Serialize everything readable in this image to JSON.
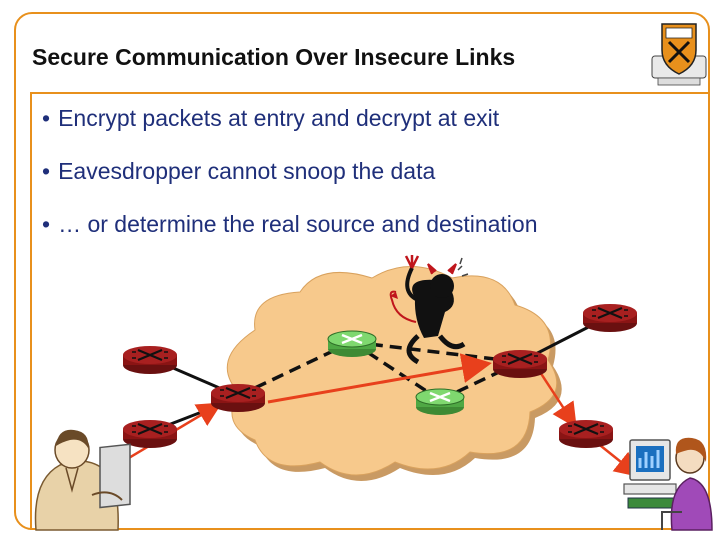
{
  "title": "Secure Communication Over Insecure Links",
  "bullets": [
    "Encrypt packets at entry and decrypt at exit",
    "Eavesdropper cannot snoop the data",
    "… or determine the real source and destination"
  ],
  "diagram": {
    "icons": [
      "university-crest-icon",
      "cloud-icon",
      "router-icon",
      "secure-router-icon",
      "eavesdropper-devil-icon",
      "sender-person-icon",
      "receiver-person-icon"
    ],
    "colors": {
      "frame": "#e8901c",
      "cloud": "#f7c98c",
      "router": "#9c1c1c",
      "secure_router": "#5fbf4f",
      "encrypted_path": "#e8401c",
      "insecure_link": "#111111",
      "bullet_text": "#1f2f7a"
    }
  }
}
